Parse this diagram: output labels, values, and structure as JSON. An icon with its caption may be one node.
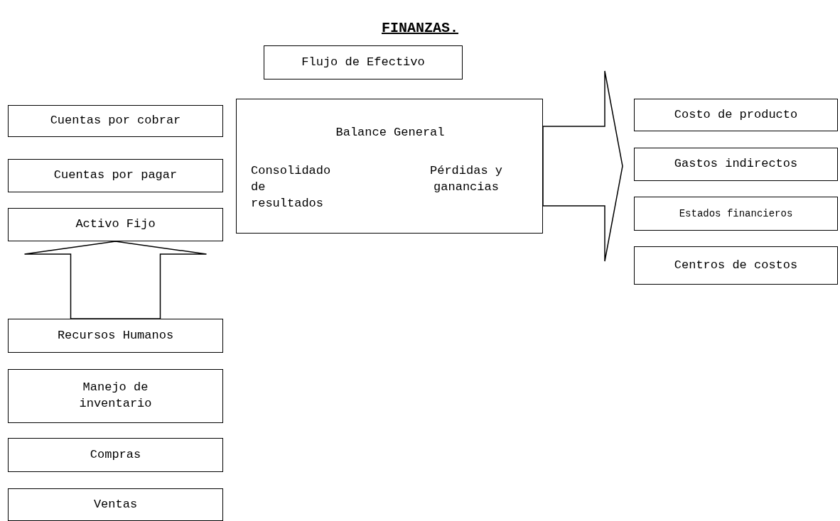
{
  "diagram": {
    "title": "FINANZAS.",
    "nodes": [
      {
        "text": [
          "Flujo de Efectivo"
        ]
      },
      {
        "text": [
          "Cuentas por cobrar"
        ]
      },
      {
        "text": [
          "Cuentas por pagar"
        ]
      },
      {
        "text": [
          "Activo Fijo"
        ]
      },
      {
        "text": [
          "Balance General",
          "Consolidado de resultados",
          "Pérdidas y ganancias"
        ]
      },
      {
        "text": [
          "Costo de producto"
        ]
      },
      {
        "text": [
          "Gastos indirectos"
        ]
      },
      {
        "text": [
          "Estados financieros"
        ]
      },
      {
        "text": [
          "Centros de costos"
        ]
      },
      {
        "text": [
          "Recursos Humanos"
        ]
      },
      {
        "text": [
          "Manejo de inventario"
        ]
      },
      {
        "text": [
          "Compras"
        ]
      },
      {
        "text": [
          "Ventas"
        ]
      }
    ],
    "edges": [
      {
        "from": 9,
        "to": 3,
        "arrow": "to"
      },
      {
        "from": 4,
        "to": null,
        "arrow": "to"
      }
    ]
  }
}
